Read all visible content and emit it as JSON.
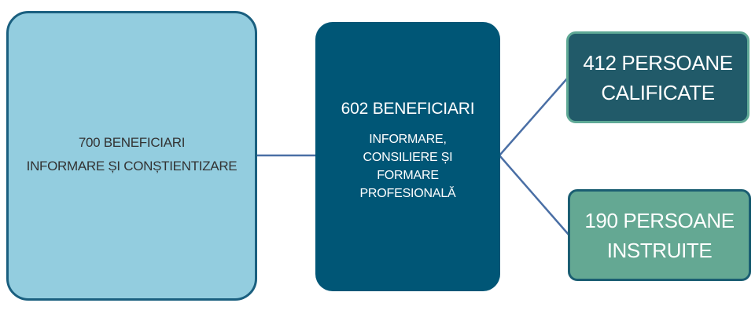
{
  "diagram": {
    "type": "flow",
    "nodes": {
      "root": {
        "count_label": "700 BENEFICIARI",
        "description": "INFORMARE ȘI CONȘTIENTIZARE"
      },
      "middle": {
        "count_label": "602 BENEFICIARI",
        "description_lines": [
          "INFORMARE,",
          "CONSILIERE ȘI",
          "FORMARE",
          "PROFESIONALĂ"
        ]
      },
      "qualified": {
        "lines": [
          "412 PERSOANE",
          "CALIFICATE"
        ]
      },
      "trained": {
        "lines": [
          "190 PERSOANE",
          "INSTRUITE"
        ]
      }
    },
    "edges": [
      {
        "from": "root",
        "to": "middle"
      },
      {
        "from": "middle",
        "to": "qualified"
      },
      {
        "from": "middle",
        "to": "trained"
      }
    ]
  },
  "colors": {
    "root_fill": "#93cddf",
    "root_border": "#1a5f7f",
    "middle_fill": "#005676",
    "qualified_fill": "#215a69",
    "qualified_border": "#5fa996",
    "trained_fill": "#64a893",
    "trained_border": "#1b5e72",
    "connector": "#4a6fa5"
  }
}
